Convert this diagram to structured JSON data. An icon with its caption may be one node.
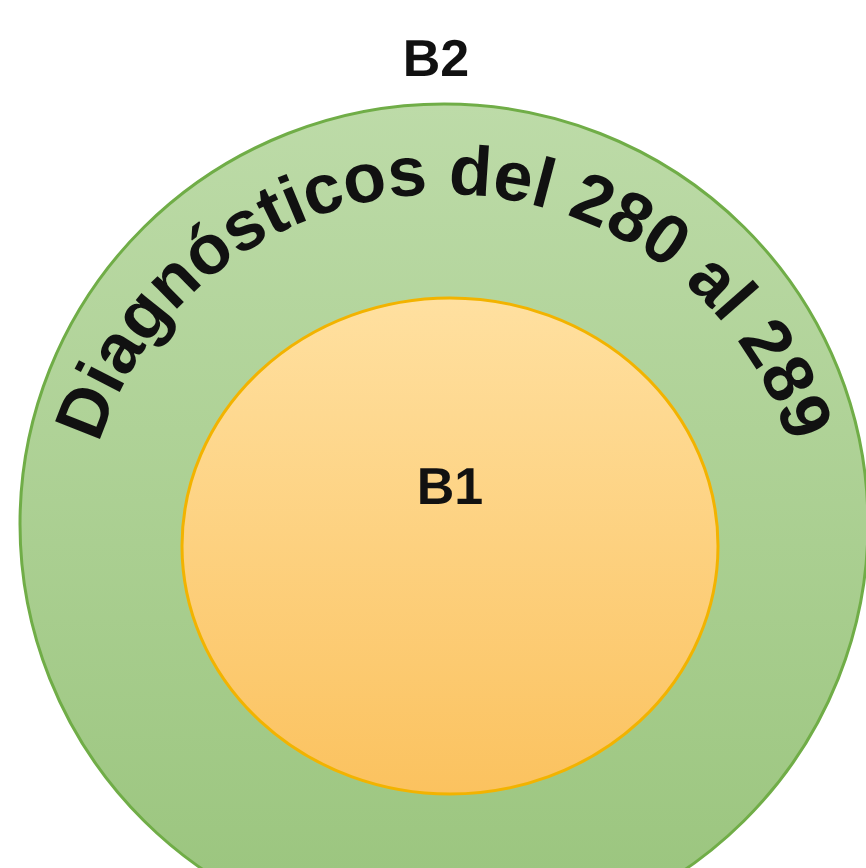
{
  "diagram": {
    "nodes": [
      {
        "text": [
          "B2",
          "Diagnósticos del 280 al 289"
        ]
      },
      {
        "text": [
          "B1"
        ],
        "in": 0
      }
    ]
  }
}
